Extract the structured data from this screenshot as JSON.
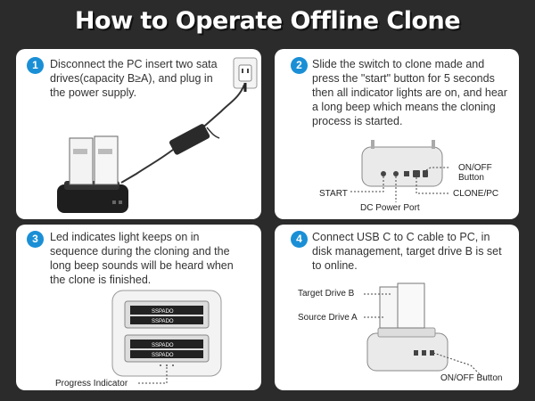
{
  "title": "How to Operate Offline Clone",
  "steps": [
    {
      "number": "1",
      "text": "Disconnect the PC insert two sata drives(capacity B≥A), and plug in the power supply."
    },
    {
      "number": "2",
      "text": "Slide the switch to clone made and press the \"start\" button for 5 seconds then all indicator lights are on, and hear a long beep which means the cloning process is started.",
      "labels": {
        "onoff": "ON/OFF\nButton",
        "start": "START",
        "clone_pc": "CLONE/PC",
        "dc_port": "DC Power Port"
      }
    },
    {
      "number": "3",
      "text": "Led indicates light keeps on in sequence during the cloning and the long beep sounds will be heard when the clone is finished.",
      "labels": {
        "progress": "Progress Indicator",
        "drive_brand": "SSPADO"
      }
    },
    {
      "number": "4",
      "text": "Connect USB C to C cable to PC, in disk management, target drive B is set to online.",
      "labels": {
        "target": "Target Drive B",
        "source": "Source Drive A",
        "onoff": "ON/OFF Button"
      }
    }
  ],
  "colors": {
    "accent": "#1a8fd6",
    "background": "#2b2b2b",
    "card": "#ffffff"
  }
}
